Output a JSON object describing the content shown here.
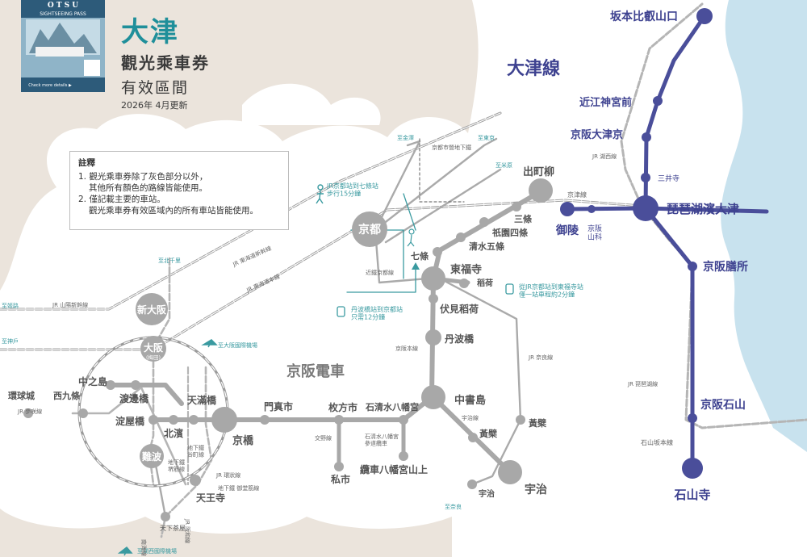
{
  "header": {
    "title": "大津",
    "subtitle1": "觀光乘車券",
    "subtitle2": "有效區間",
    "updated": "2026年 4月更新"
  },
  "ticket": {
    "top": "O T S U",
    "name": "SIGHTSEEING PASS",
    "foot": "Check more details ▶"
  },
  "notes": {
    "heading": "註釋",
    "items": [
      "1. 觀光乘車券除了灰色部分以外，",
      "其他所有顏色的路線皆能使用。",
      "2. 僅記載主要的車站。",
      "觀光乘車券有效區域內的所有車站皆能使用。"
    ]
  },
  "colors": {
    "valid": "#4a4e9a",
    "gray": "#a5a5a5",
    "teal": "#3a9aa0",
    "water": "#c8e2ee",
    "paper": "#ebe4dc"
  },
  "labels": {
    "otsu_line": "大津線",
    "keihan_dentetsu": "京阪電車"
  },
  "stations": {
    "sakamoto_hieizan": "坂本比叡山口",
    "omi_jingumae": "近江神宮前",
    "keihan_otsukyo": "京阪大津京",
    "miidera": "三井寺",
    "biwako_hamaotsu": "琵琶湖濱大津",
    "keihan_zeze": "京阪膳所",
    "keihan_ishiyama": "京阪石山",
    "ishiyamadera": "石山寺",
    "misasagi": "御陵",
    "keihan_yamashina": "京阪\n山科",
    "demachiyanagi": "出町柳",
    "sanjo": "三條",
    "gion_shijo": "祇園四條",
    "kiyomizu_gojo": "清水五條",
    "shichijo": "七條",
    "tofukuji": "東福寺",
    "inari": "稻荷",
    "fushimi_inari": "伏見稻荷",
    "tambabashi": "丹波橋",
    "chushojima": "中書島",
    "obaku_keihan": "黃檗",
    "obaku_jr": "黃檗",
    "uji": "宇治",
    "uji_small": "宇治",
    "iwashimizu": "石清水八幡宮",
    "cable_iwashimizu": "纜車八幡宮山上",
    "hirakatashi": "枚方市",
    "kisaichi": "私市",
    "kadomashi": "門真市",
    "kyobashi": "京橋",
    "temmabashi": "天滿橋",
    "kitahama": "北濱",
    "yodoyabashi": "淀屋橋",
    "watanabebashi": "渡邊橋",
    "nakanoshima": "中之島",
    "nishikujo": "西九條",
    "kankyocho": "環球城",
    "shin_osaka": "新大阪",
    "osaka": "大阪",
    "umeda": "(梅田)",
    "namba": "難波",
    "tennoji": "天王寺",
    "tengachaya": "天下茶屋",
    "kyoto": "京都"
  },
  "small_labels": {
    "to_kanazawa": "至金澤",
    "to_tokyo": "至東京",
    "to_maibara": "至米原",
    "to_kitasenri": "至北千里",
    "to_himeji": "至姬路",
    "to_kobe": "至神戶",
    "to_nara": "至奈良",
    "to_itami": "至大阪國際機場",
    "to_kansai": "至關西國際機場",
    "kyoto_subway": "京都市營地下鐵",
    "jr_kosei": "JR 湖西線",
    "keishin_line": "京津線",
    "mii_line": "三井寺",
    "jr_tokaido_shinkansen": "JR 東海道新幹線",
    "jr_tokaido_main": "JR 東海道本線",
    "jr_sanyo_shinkansen": "JR 山陽新幹線",
    "kintetsu_kyoto": "近鐵京都線",
    "keihan_main": "京阪本線",
    "jr_nara": "JR 奈良線",
    "jr_biwako": "JR 琵琶湖線",
    "ishiyama_sakamoto": "石山坂本線",
    "uji_line": "宇治線",
    "katano_line": "交野線",
    "iwashimizu_cable": "石清水八幡宮\n參道纜車",
    "jr_yumesaki": "JR 夢咲線",
    "subway_tanimachi": "地下鐵\n谷町線",
    "subway_sakaisuji": "地下鐵\n堺筋線",
    "subway_midosuji": "地下鐵 御堂筋線",
    "jr_loop": "JR 環狀線",
    "nankai": "南海線",
    "jr_hanwa": "JR 阪和線"
  },
  "callouts": {
    "walk_kyoto": "JR京都站到七條站\n步行15分鐘",
    "tambabashi_kyoto": "丹波橋站到京都站\n只需12分鐘",
    "jr_tofukuji": "從JR京都站到東福寺站\n僅一站車程約2分鐘"
  }
}
